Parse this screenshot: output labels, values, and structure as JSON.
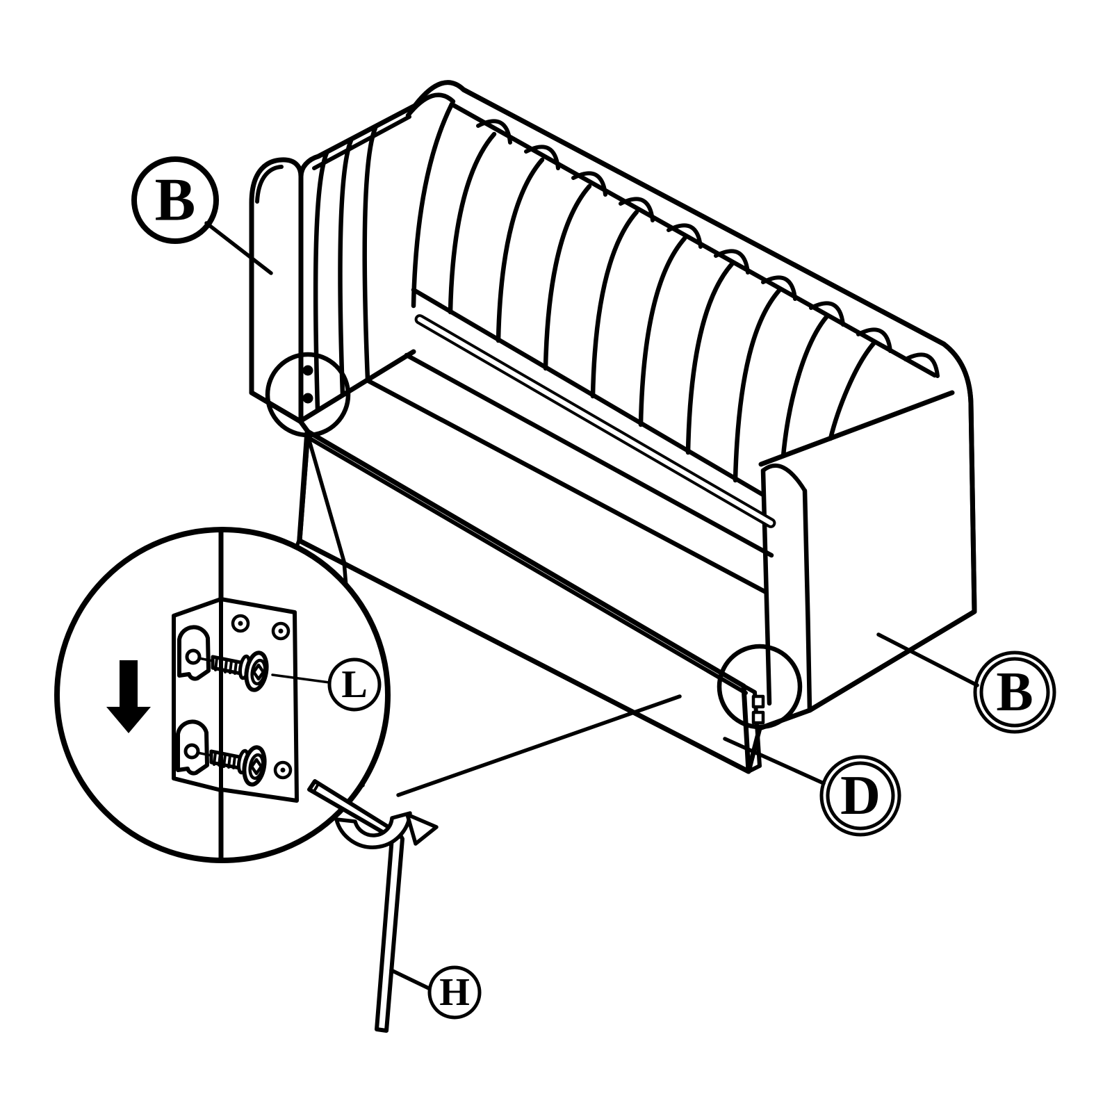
{
  "figure": {
    "type": "furniture-assembly-diagram",
    "subject": "channel-tufted bench sofa assembly step",
    "background_color": "#ffffff",
    "line_color": "#000000",
    "callouts": {
      "b_left": {
        "label": "B",
        "points_to": "left arm end panel"
      },
      "b_right": {
        "label": "B",
        "points_to": "right end panel"
      },
      "d": {
        "label": "D",
        "points_to": "front rail panel"
      },
      "l": {
        "label": "L",
        "points_to": "bolt with washer"
      },
      "h": {
        "label": "H",
        "points_to": "hex key"
      }
    },
    "detail_view": {
      "shows": "hook cleat bracket engaging mounting plate, slide-down direction arrow, two bolts"
    }
  }
}
